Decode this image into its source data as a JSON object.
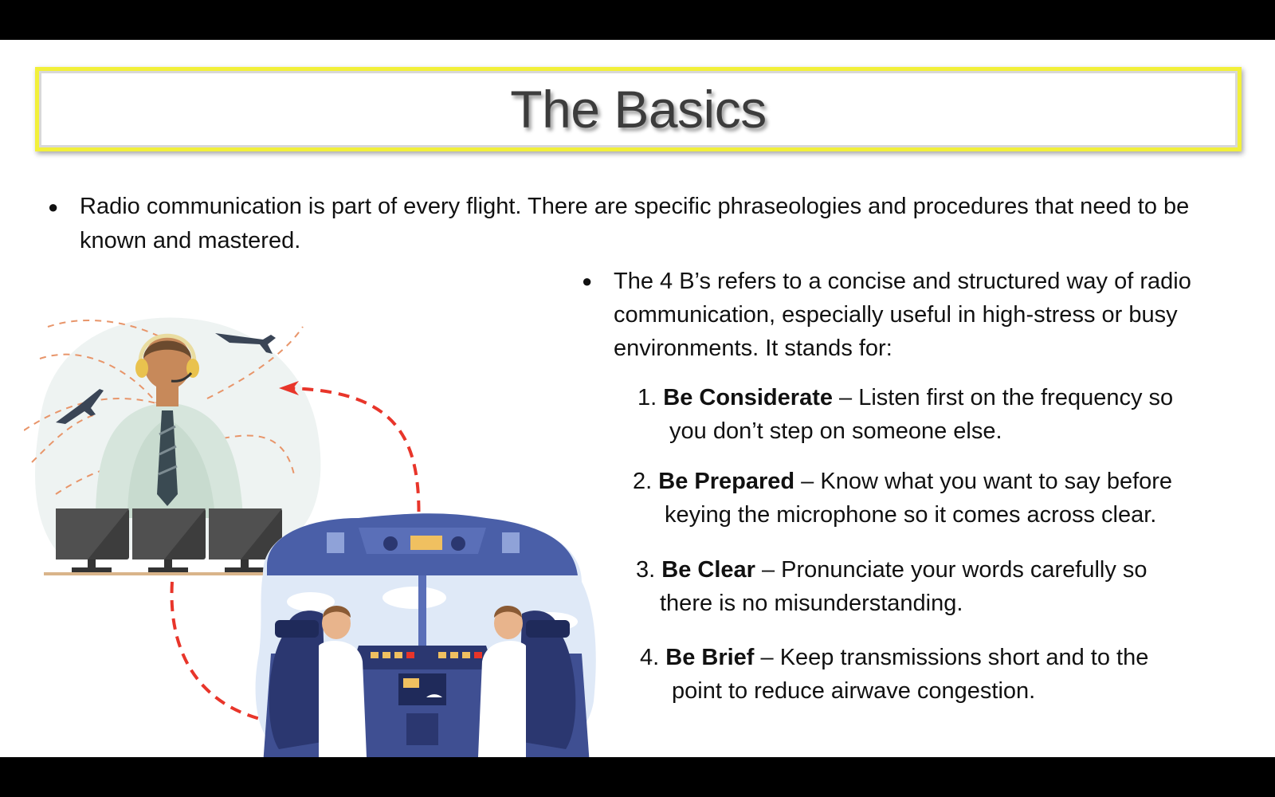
{
  "title": "The Basics",
  "bullets": {
    "intro": "Radio communication is part of every flight. There are specific phraseologies and procedures that need to be known and mastered.",
    "four_bs_intro": "The 4 B’s refers to a concise and structured way of radio communication, especially useful in high-stress or busy environments. It stands for:",
    "marker": "●"
  },
  "four_bs": [
    {
      "num": "1.",
      "name": "Be Considerate",
      "line1": " – Listen first on the frequency so",
      "line2": "you don’t step on someone else."
    },
    {
      "num": "2.",
      "name": "Be Prepared",
      "line1": " – Know what you want to say before",
      "line2": "keying the microphone so it comes across clear."
    },
    {
      "num": "3.",
      "name": "Be Clear",
      "line1": " – Pronunciate your words carefully so",
      "line2": "there is no misunderstanding."
    },
    {
      "num": "4.",
      "name": "Be Brief",
      "line1": " – Keep transmissions short and to the",
      "line2": "point to reduce airwave congestion."
    }
  ],
  "colors": {
    "title_border": "#f2f03a",
    "arrow": "#e8352a",
    "cockpit_blue": "#4a5fa8"
  },
  "illustration": {
    "icons": [
      "air-traffic-controller-icon",
      "airplane-icon",
      "monitor-icon",
      "cockpit-icon",
      "pilot-icon"
    ]
  }
}
